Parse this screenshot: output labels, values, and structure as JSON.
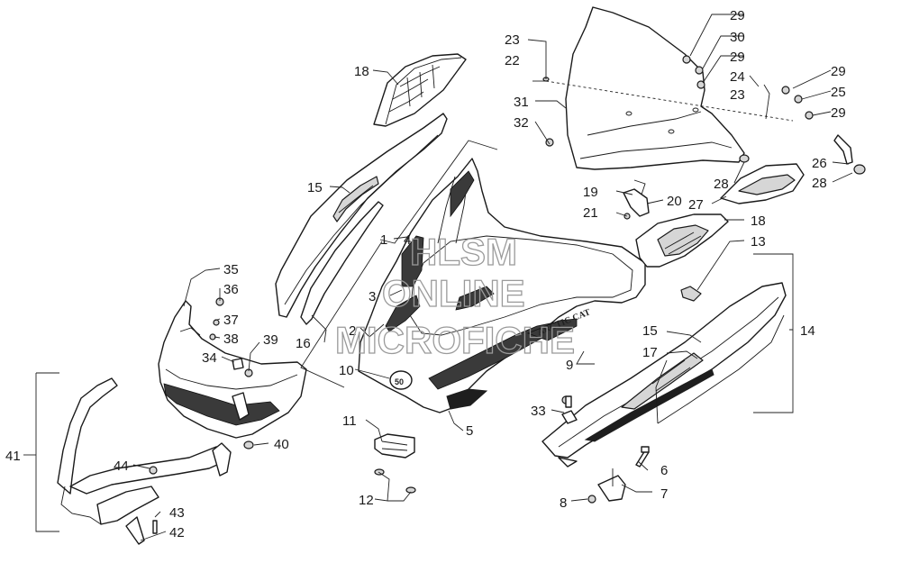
{
  "watermark": [
    "HLSM",
    "ONLINE",
    "MICROFICHE"
  ],
  "callouts": [
    "1",
    "2",
    "3",
    "4",
    "5",
    "6",
    "7",
    "8",
    "9",
    "10",
    "11",
    "12",
    "13",
    "14",
    "15",
    "15",
    "16",
    "17",
    "18",
    "18",
    "19",
    "20",
    "21",
    "22",
    "23",
    "23",
    "24",
    "25",
    "26",
    "27",
    "28",
    "28",
    "29",
    "29",
    "29",
    "29",
    "30",
    "31",
    "32",
    "33",
    "34",
    "35",
    "36",
    "37",
    "38",
    "39",
    "40",
    "41",
    "42",
    "43",
    "44"
  ],
  "decals": {
    "brand": "ARCTIC CAT",
    "badge": "50"
  }
}
